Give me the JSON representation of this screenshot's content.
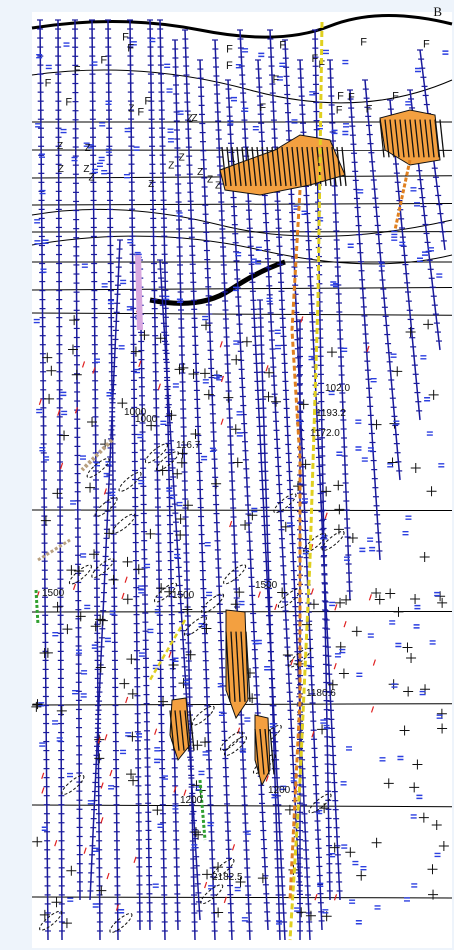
{
  "corner_label": "B",
  "depth_labels": [
    "102.0",
    "1193.2",
    "1172.0",
    "1000",
    "1000",
    "116.7",
    "1500",
    "1500",
    "1500",
    "1180.6",
    "2182.5",
    "1200",
    "1200"
  ],
  "colors": {
    "background_panel": "#eef4fb",
    "drillhole_ticks": "#1a1a9c",
    "symbol_blue": "#2b3fe0",
    "ore_body": "#f3a040",
    "ore_hatching": "#111111",
    "yellow_trace": "#e0d020",
    "orange_trace": "#e08020",
    "red_marks": "#e02020",
    "green_marks": "#30a030",
    "geology_lines": "#000000"
  }
}
